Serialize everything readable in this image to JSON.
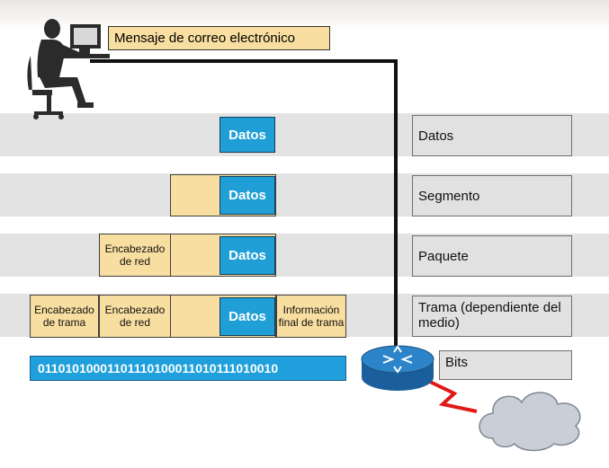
{
  "message_label": "Mensaje de correo electrónico",
  "data_label": "Datos",
  "network_header": "Encabezado de red",
  "frame_header": "Encabezado de trama",
  "frame_trailer": "Información final de trama",
  "bit_stream": "01101010001101110100011010111010010",
  "layers": [
    "Datos",
    "Segmento",
    "Paquete",
    "Trama (dependiente del medio)",
    "Bits"
  ],
  "colors": {
    "header_fill": "#f8dea0",
    "data_fill": "#1f9fd6",
    "layer_fill": "#e1e1e1"
  },
  "icons": [
    "person-at-computer-icon",
    "router-icon",
    "cloud-icon"
  ]
}
